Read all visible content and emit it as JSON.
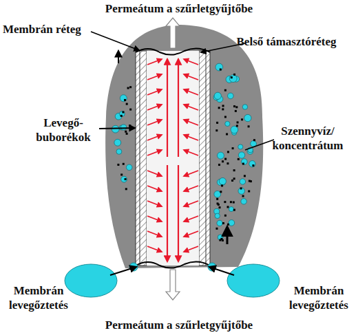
{
  "diagram": {
    "labels": [
      "Permeátum a szűrletgyűjtőbe",
      "Membrán réteg",
      "Belső támasztóréteg",
      "Levegő- buborékok",
      "Szennyvíz/ koncentrátum",
      "Membrán levegőztetés",
      "Membrán levegőztetés",
      "Permeátum a szűrletgyűjtőbe"
    ]
  }
}
